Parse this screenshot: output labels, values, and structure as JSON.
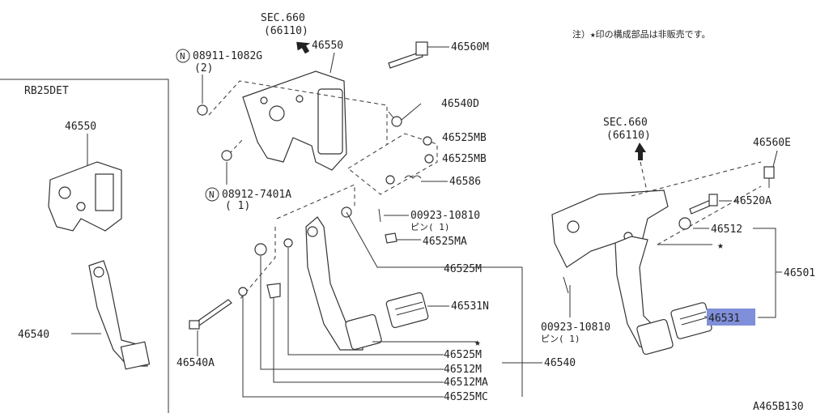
{
  "note_jp": "注）★印の構成部品は非販売です。",
  "variant_label": "RB25DET",
  "drawing_code": "A465B130",
  "star": "★",
  "callouts": {
    "sec660_top": "SEC.660",
    "sec660_top_sub": "(66110)",
    "sec660_right": "SEC.660",
    "sec660_right_sub": "(66110)",
    "p46550_top": "46550",
    "p46550_left": "46550",
    "p08911": "08911-1082G",
    "p08911_qty": "(2)",
    "p08912": "08912-7401A",
    "p08912_qty": "( 1)",
    "p46560M": "46560M",
    "p46540D": "46540D",
    "p46525MB_1": "46525MB",
    "p46525MB_2": "46525MB",
    "p46586": "46586",
    "p00923_a": "00923-10810",
    "p00923_a_sub": "ピン( 1)",
    "p46525MA": "46525MA",
    "p46525M_1": "46525M",
    "p46531N": "46531N",
    "p46525M_2": "46525M",
    "p46540_center": "46540",
    "p46512M": "46512M",
    "p46512MA": "46512MA",
    "p46525MC": "46525MC",
    "p46540A": "46540A",
    "p46540_left": "46540",
    "p46560E": "46560E",
    "p46520A": "46520A",
    "p46512": "46512",
    "p46501": "46501",
    "p46531": "46531",
    "p00923_b": "00923-10810",
    "p00923_b_sub": "ピン( 1)",
    "circled_n": "N"
  },
  "colors": {
    "highlight": "#7f8fd9",
    "ink": "#333333"
  }
}
